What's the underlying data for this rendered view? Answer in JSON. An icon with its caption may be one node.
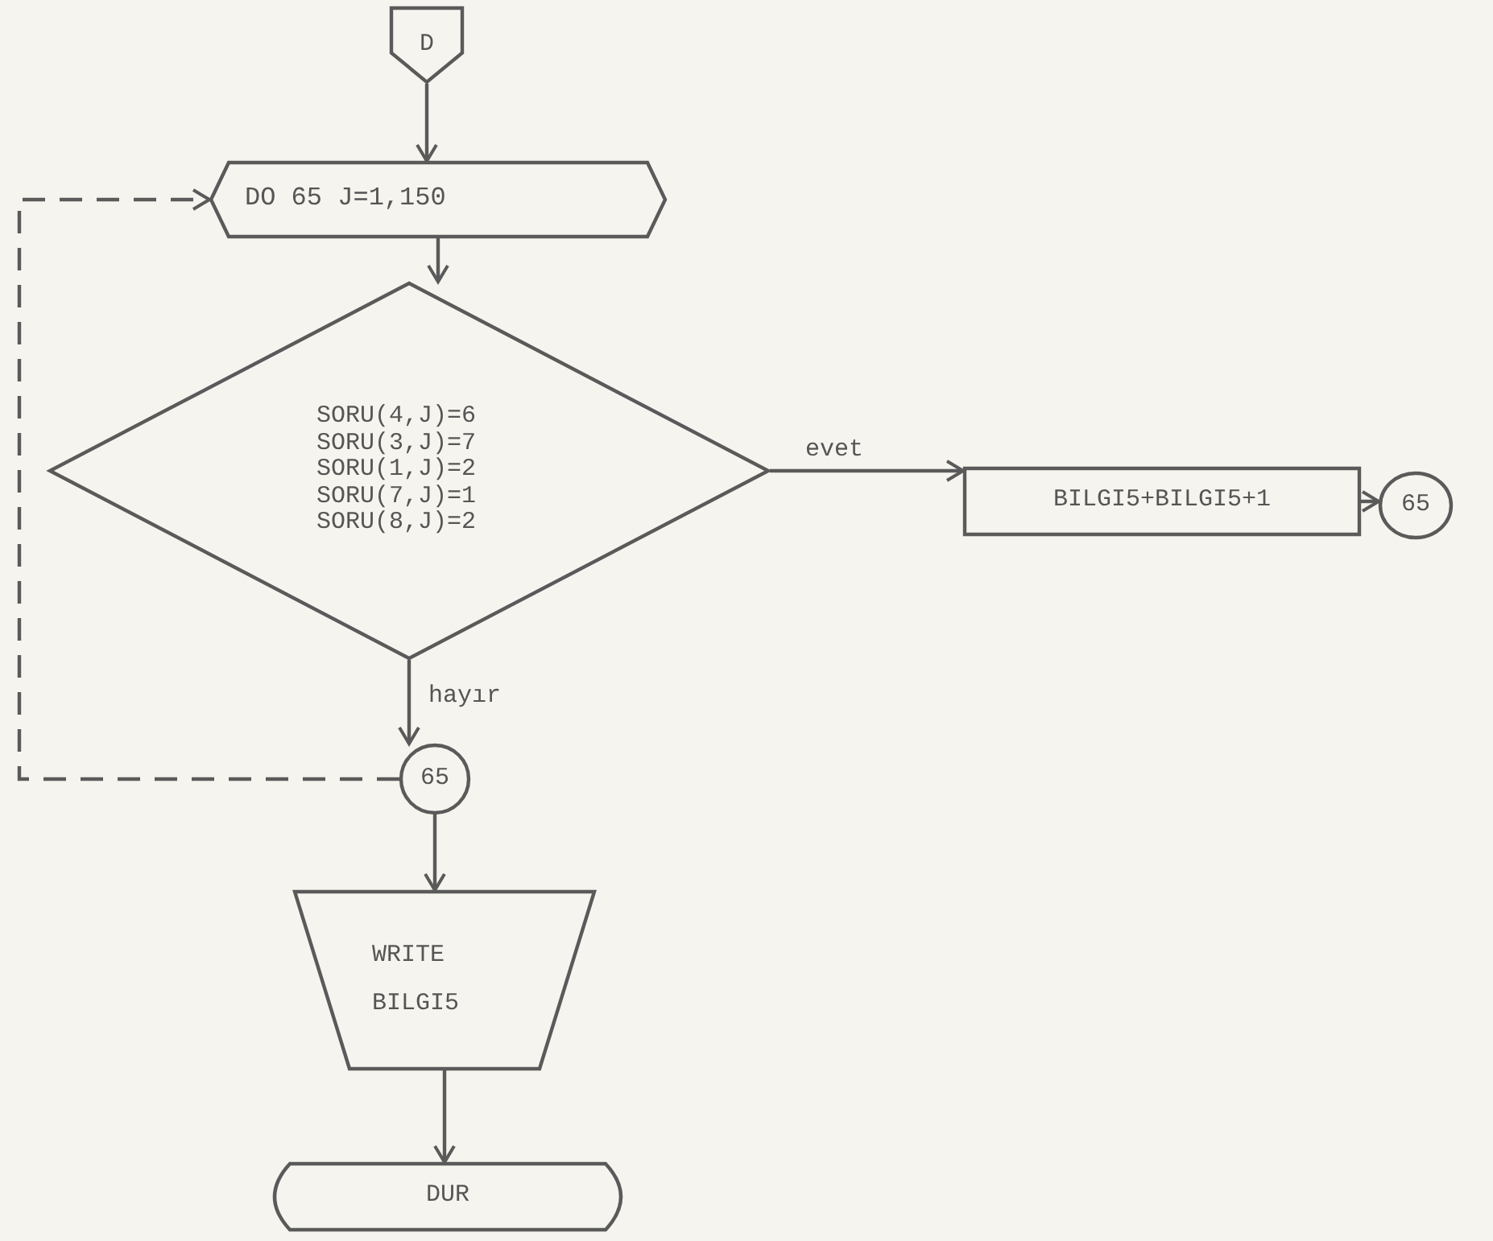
{
  "diagram": {
    "nodes": [
      {
        "text": [
          "D"
        ]
      },
      {
        "text": [
          "DO 65 J=1,150"
        ]
      },
      {
        "text": [
          "SORU(4,J)=6 SORU(3,J)=7 SORU(1,J)=2 SORU(7,J)=1 SORU(8,J)=2"
        ]
      },
      {
        "text": [
          "BILGI5+BILGI5+1"
        ]
      },
      {
        "text": [
          "65"
        ]
      },
      {
        "text": [
          "65"
        ]
      },
      {
        "text": [
          "WRITE BILGI5"
        ]
      },
      {
        "text": [
          "DUR"
        ]
      }
    ],
    "edges": [
      {
        "from": 0,
        "to": 1,
        "arrow": "to"
      },
      {
        "from": 1,
        "to": 2,
        "arrow": "to"
      },
      {
        "from": 2,
        "to": 3,
        "arrow": "to",
        "label": "evet"
      },
      {
        "from": 3,
        "to": 4,
        "arrow": "to"
      },
      {
        "from": 2,
        "to": 5,
        "arrow": "to",
        "label": "hayır"
      },
      {
        "from": 5,
        "to": 1,
        "arrow": "to",
        "style": "dashed"
      },
      {
        "from": 5,
        "to": 6,
        "arrow": "to"
      },
      {
        "from": 6,
        "to": 7,
        "arrow": "to"
      }
    ]
  }
}
